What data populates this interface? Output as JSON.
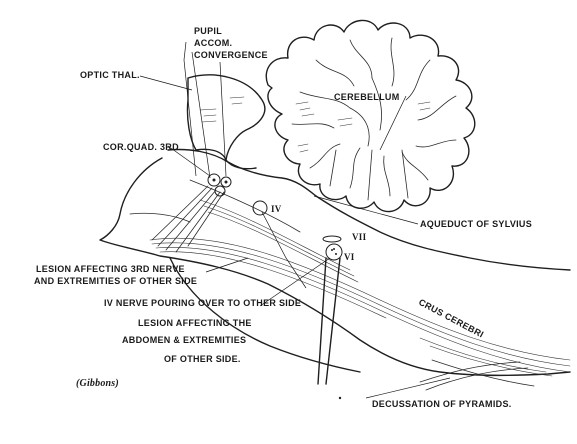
{
  "labels": {
    "pupil": "PUPIL",
    "accom": "ACCOM.",
    "convergence": "CONVERGENCE",
    "optic_thal": "OPTIC THAL.",
    "cerebellum": "CEREBELLUM",
    "cor_quad": "COR.QUAD. 3RD",
    "nerve_iv": "IV",
    "nerve_vii": "VII",
    "nerve_vi": "VI",
    "aqueduct": "AQUEDUCT OF SYLVIUS",
    "lesion_3rd_line1": "LESION AFFECTING 3RD NERVE",
    "lesion_3rd_line2": "AND EXTREMITIES OF OTHER SIDE",
    "iv_pouring": "IV NERVE POURING OVER TO OTHER SIDE",
    "crus_cerebri": "CRUS CEREBRI",
    "lesion_abdomen_line1": "LESION AFFECTING THE",
    "lesion_abdomen_line2": "ABDOMEN & EXTREMITIES",
    "lesion_abdomen_line3": "OF OTHER SIDE.",
    "credit": "(Gibbons)",
    "decussation": "DECUSSATION OF PYRAMIDS."
  },
  "colors": {
    "ink": "#1f1f1f",
    "paper": "#ffffff"
  }
}
